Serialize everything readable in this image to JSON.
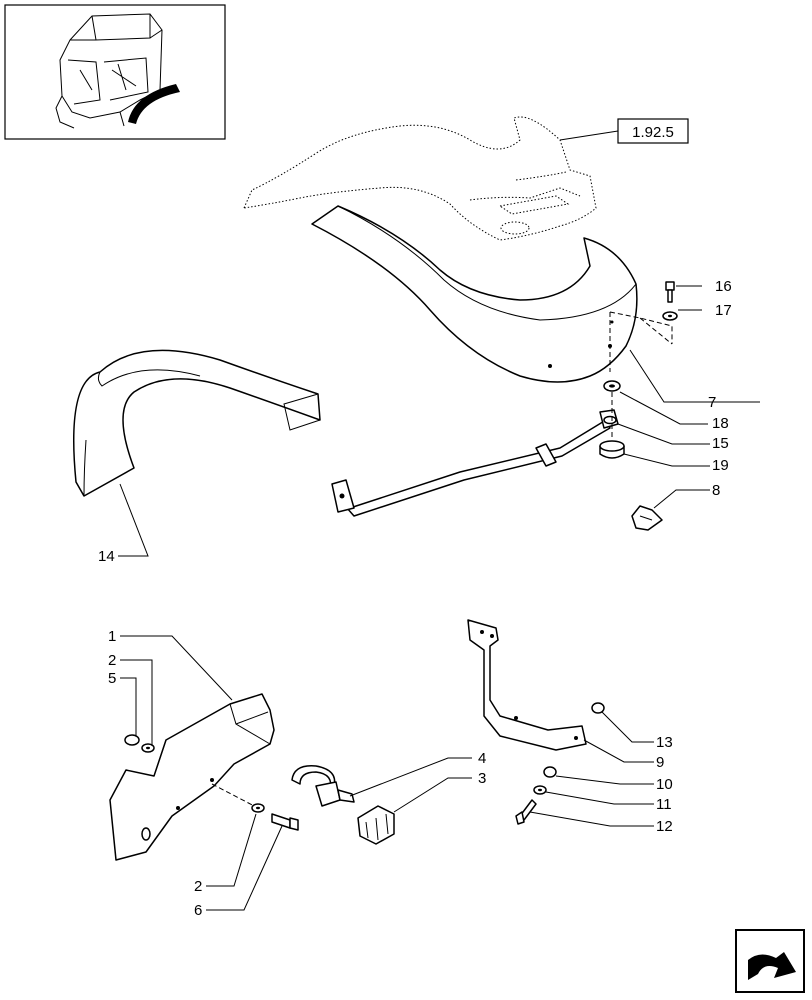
{
  "reference": "1.92.5",
  "callouts": {
    "c1": "1",
    "c2a": "2",
    "c5": "5",
    "c2b": "2",
    "c6": "6",
    "c3": "3",
    "c4": "4",
    "c7": "7",
    "c8": "8",
    "c9": "9",
    "c10": "10",
    "c11": "11",
    "c12": "12",
    "c13": "13",
    "c14": "14",
    "c15": "15",
    "c16": "16",
    "c17": "17",
    "c18": "18",
    "c19": "19"
  },
  "icons": {
    "thumbnail": "tractor-cab-fender-thumbnail",
    "navigation": "next-page-arrow-icon"
  }
}
